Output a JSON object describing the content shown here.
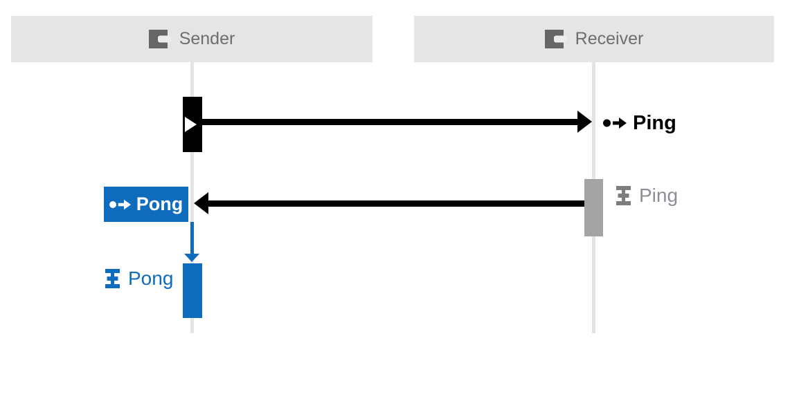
{
  "lanes": {
    "sender": {
      "label": "Sender"
    },
    "receiver": {
      "label": "Receiver"
    }
  },
  "messages": {
    "ping_sent": {
      "label": "Ping"
    },
    "ping_received": {
      "label": "Ping"
    },
    "pong_sent": {
      "label": "Pong"
    },
    "pong_received": {
      "label": "Pong"
    }
  },
  "icons": {
    "lane_header": "lifeline-process-icon (dark square with light slot)",
    "message": "send-message-icon (dot with right arrow)",
    "handler": "receive-handler-icon (I-beam with middle bar)"
  },
  "colors": {
    "accent_blue": "#0f6cbd",
    "header_background": "#e5e5e5",
    "header_text": "#6e6e6e",
    "header_icon": "#666666",
    "lifeline_gray": "#e4e4e4",
    "activation_black": "#000000",
    "activation_gray": "#a4a4a4",
    "muted_label_gray": "#8c9096",
    "canvas_background": "#ffffff"
  }
}
